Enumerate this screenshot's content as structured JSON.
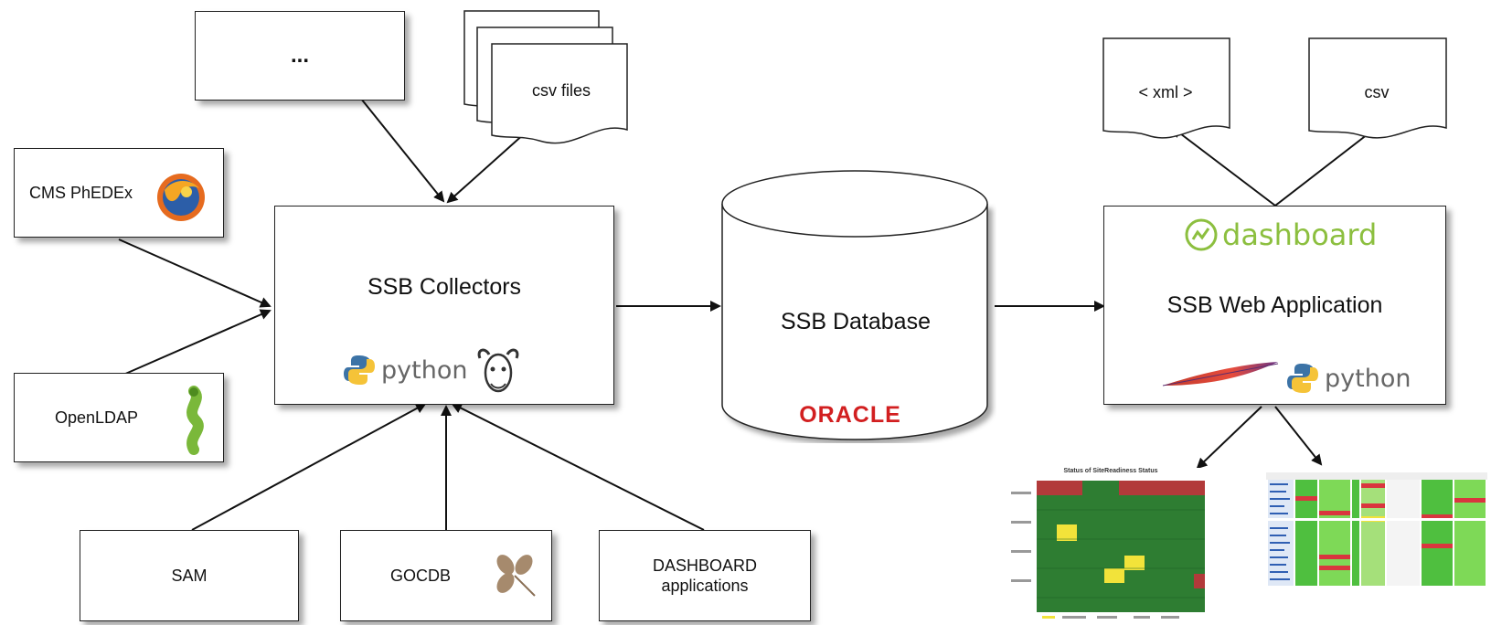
{
  "sources": {
    "ellipsis": "...",
    "csv_files": "csv files",
    "phedex": "CMS PhEDEx",
    "openldap": "OpenLDAP",
    "sam": "SAM",
    "gocdb": "GOCDB",
    "dashboard_line1": "DASHBOARD",
    "dashboard_line2": "applications"
  },
  "collectors": {
    "label": "SSB Collectors",
    "python": "python"
  },
  "database": {
    "label": "SSB Database",
    "oracle": "ORACLE"
  },
  "webapp": {
    "label": "SSB Web Application",
    "dashboard": "dashboard",
    "python": "python"
  },
  "outputs": {
    "xml": "< xml >",
    "csv": "csv"
  },
  "screenshot": {
    "title": "Status of SiteReadiness Status"
  },
  "icons": [
    "firefox-icon",
    "openldap-worm-icon",
    "gocdb-icon",
    "python-icon",
    "gnu-icon",
    "apache-feather-icon",
    "dashboard-logo-icon"
  ],
  "colors": {
    "oracle_red": "#d21f20",
    "dashboard_green": "#8cbf3f",
    "grid_green": "#2e7d32",
    "grid_red": "#b23a3a",
    "grid_yellow": "#f2e33a"
  }
}
